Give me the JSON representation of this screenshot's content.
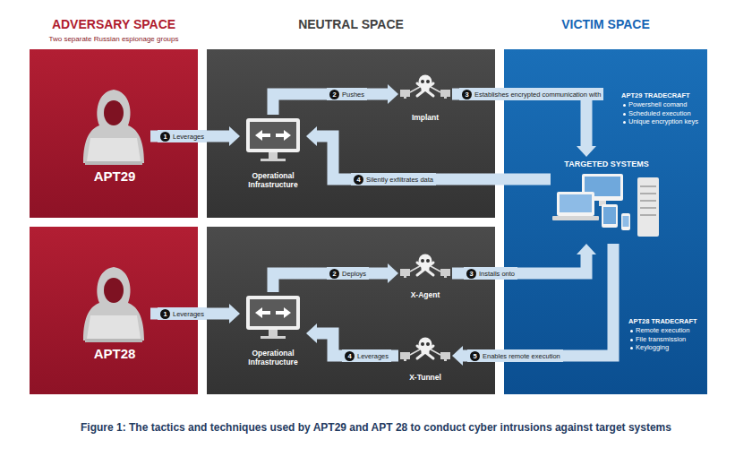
{
  "diagram": {
    "caption": "Figure 1: The tactics and techniques used by APT29 and APT 28 to conduct cyber intrusions against target systems",
    "nodes": [
      {
        "text": [
          "APT29"
        ]
      },
      {
        "text": [
          "Operational Infrastructure"
        ]
      },
      {
        "text": [
          "Implant"
        ]
      },
      {
        "text": [
          "VICTIM SPACE"
        ]
      },
      {
        "text": [
          "APT29 TRADECRAFT",
          "Powershell comand",
          "Scheduled execution",
          "Unique encryption keys"
        ],
        "in": 3
      },
      {
        "text": [
          "TARGETED SYSTEMS"
        ],
        "in": 3
      },
      {
        "text": [
          "APT28 TRADECRAFT",
          "Remote execution",
          "File transmission",
          "Keylogging"
        ],
        "in": 3
      },
      {
        "text": [
          "APT28"
        ]
      },
      {
        "text": [
          "Operational Infrastructure"
        ]
      },
      {
        "text": [
          "X-Agent"
        ]
      },
      {
        "text": [
          "X-Tunnel"
        ]
      }
    ],
    "edges": [
      {
        "from": 0,
        "to": 1,
        "arrow": "to",
        "label": "Leverages"
      },
      {
        "from": 1,
        "to": 2,
        "arrow": "to",
        "label": "Pushes"
      },
      {
        "from": 2,
        "to": 5,
        "arrow": "to",
        "label": "Establishes encrypted communication with"
      },
      {
        "from": 5,
        "to": 1,
        "arrow": "to",
        "label": "Silently exfiltrates data"
      },
      {
        "from": 7,
        "to": 8,
        "arrow": "to",
        "label": "Leverages"
      },
      {
        "from": 8,
        "to": 9,
        "arrow": "to",
        "label": "Deploys"
      },
      {
        "from": 9,
        "to": 5,
        "arrow": "to",
        "label": "Installs onto"
      },
      {
        "from": 10,
        "to": 8,
        "arrow": "to",
        "label": "Leverages"
      },
      {
        "from": 5,
        "to": 10,
        "arrow": "to",
        "label": "Enables remote execution"
      }
    ],
    "labels": [
      "ADVERSARY SPACE",
      "Two separate Russian espionage groups",
      "NEUTRAL SPACE",
      "1",
      "2",
      "3",
      "4",
      "1",
      "2",
      "3",
      "4",
      "5"
    ]
  }
}
